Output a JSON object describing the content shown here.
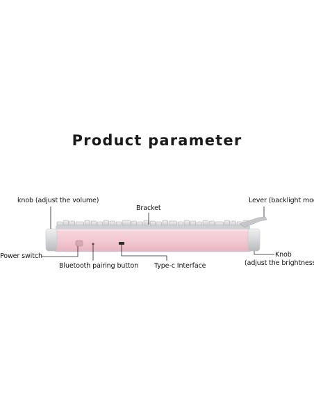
{
  "title": "Product parameter",
  "labels": {
    "knob_volume": "knob (adjust the volume)",
    "bracket": "Bracket",
    "lever": "Lever (backlight mode)",
    "power_switch": "Power switch",
    "bluetooth": "Bluetooth pairing button",
    "typec": "Type-c Interface",
    "knob_brightness_1": "Knob",
    "knob_brightness_2": "(adjust the brightness)"
  },
  "colors": {
    "body_pink": "#f3cbd4",
    "body_pink_dark": "#e2b1bc",
    "knob_silver": "#d9dadc",
    "key_silver": "#cfd0d3"
  }
}
